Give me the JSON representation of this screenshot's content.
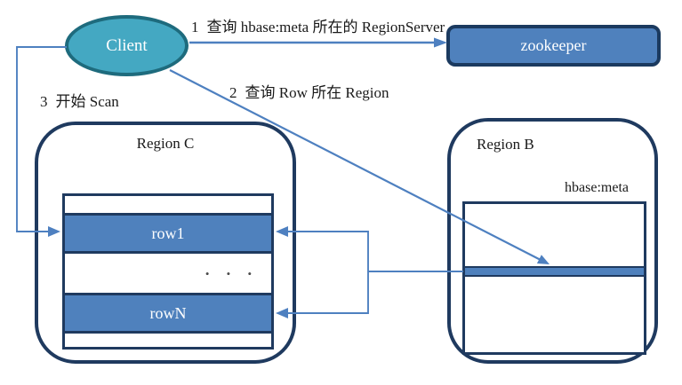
{
  "colors": {
    "background": "#ffffff",
    "client_fill": "#44a8c2",
    "client_border": "#1e6b7d",
    "node_fill": "#4f81bd",
    "node_border": "#1b3a5f",
    "region_border": "#1f3a5f",
    "table_border": "#1f3a5f",
    "row_fill": "#4f81bd",
    "arrow": "#4e80c0",
    "label_text": "#1a1a1a",
    "dots": "#4d4d4d"
  },
  "nodes": {
    "client": {
      "label": "Client"
    },
    "zookeeper": {
      "label": "zookeeper"
    }
  },
  "edges": {
    "step1": {
      "num": "1",
      "text": "查询 hbase:meta 所在的 RegionServer"
    },
    "step2": {
      "num": "2",
      "text": "查询 Row 所在 Region"
    },
    "step3": {
      "num": "3",
      "text": "开始 Scan"
    }
  },
  "region_c": {
    "title": "Region C",
    "rows": {
      "row1": "row1",
      "dots": "• • •",
      "rowN": "rowN"
    }
  },
  "region_b": {
    "title": "Region B",
    "table_label": "hbase:meta"
  }
}
